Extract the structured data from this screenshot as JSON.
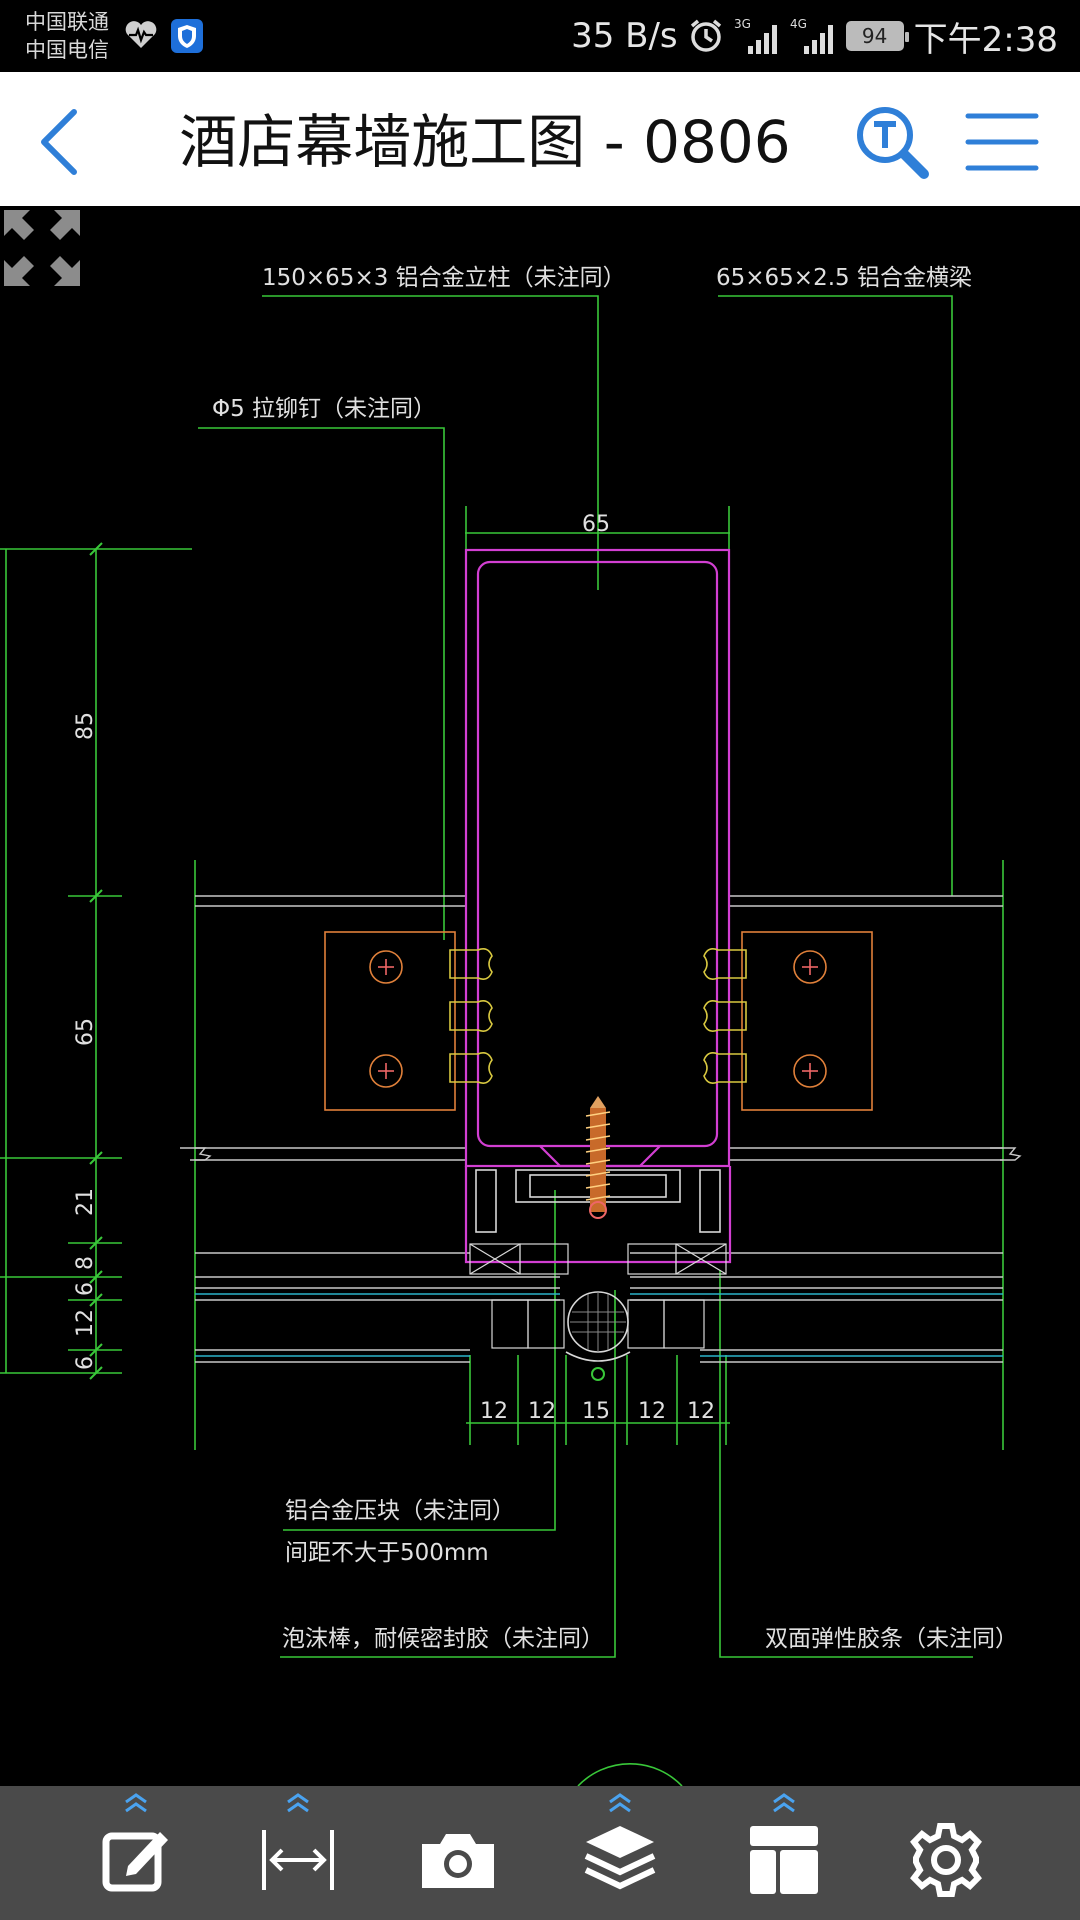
{
  "status_bar": {
    "carrier_1": "中国联通",
    "carrier_2": "中国电信",
    "net_speed": "35 B/s",
    "signal_1": "3G",
    "signal_2": "4G",
    "battery": "94",
    "time": "下午2:38"
  },
  "header": {
    "title": "酒店幕墙施工图 - 0806",
    "accent_color": "#2f7fd8"
  },
  "drawing": {
    "labels": {
      "mullion": "150×65×3 铝合金立柱（未注同）",
      "transom": "65×65×2.5 铝合金横梁",
      "rivet": "Φ5 拉铆钉（未注同）",
      "pressure_block": "铝合金压块（未注同）",
      "pressure_block_spacing": "间距不大于500mm",
      "foam_rod": "泡沫棒，耐候密封胶（未注同）",
      "tape": "双面弹性胶条（未注同）"
    },
    "dims": {
      "top_width": "65",
      "v_85": "85",
      "v_65": "65",
      "v_21": "21",
      "v_8": "8",
      "v_6a": "6",
      "v_12": "12",
      "v_6b": "6",
      "b_12a": "12",
      "b_12b": "12",
      "b_15": "15",
      "b_12c": "12",
      "b_12d": "12"
    }
  },
  "toolbar": {
    "items": [
      "edit-icon",
      "measure-icon",
      "camera-icon",
      "layers-icon",
      "layout-icon",
      "settings-icon"
    ]
  }
}
